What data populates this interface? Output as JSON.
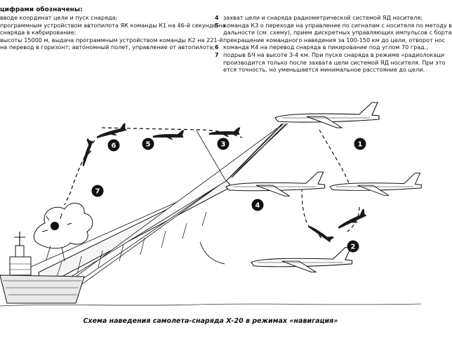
{
  "legend": {
    "title": "цифрами обозначены:",
    "left_items": [
      {
        "text": "вводе координат цели и пуск снаряда;"
      },
      {
        "text": "программным устройством автопилота ЯК команды К1 на 46-й секунде на"
      },
      {
        "text": "снаряда в кабрирование;"
      },
      {
        "text": "высоты 15000 м, выдача программным устройством команды К2 на 221-й"
      },
      {
        "text": "на перевод в горизонт; автономный полет, управление от автопилота;"
      }
    ],
    "right_items": [
      {
        "num": "4",
        "text": "захват цели и снаряда радиометрической системой ЯД носителя;"
      },
      {
        "num": "5",
        "text": "команда К3 о переходе на управление по сигналам с носителя по методу в"
      },
      {
        "num": "",
        "text": "дальности (см. схему), прием дискретных управляющих импульсов с борта"
      },
      {
        "num": "",
        "text": "прекращение командного наведения за 100-150 км до цели, отворот нос"
      },
      {
        "num": "6",
        "text": "команда К4 на перевод снаряда в пикирование под углом 70 град.;"
      },
      {
        "num": "7",
        "text": "подрыв БЧ на высоте 3-4 км. При пуске снаряда в режиме «радиолокаци"
      },
      {
        "num": "",
        "text": "производится только после захвата цели системой ЯД носителя. При это"
      },
      {
        "num": "",
        "text": "ется точность, но уменьшается минимальное расстояние до цели."
      }
    ]
  },
  "markers": [
    "1",
    "2",
    "3",
    "4",
    "5",
    "6",
    "7"
  ],
  "caption": "Схема наведения самолета-снаряда Х-20 в режимах «навигация»"
}
